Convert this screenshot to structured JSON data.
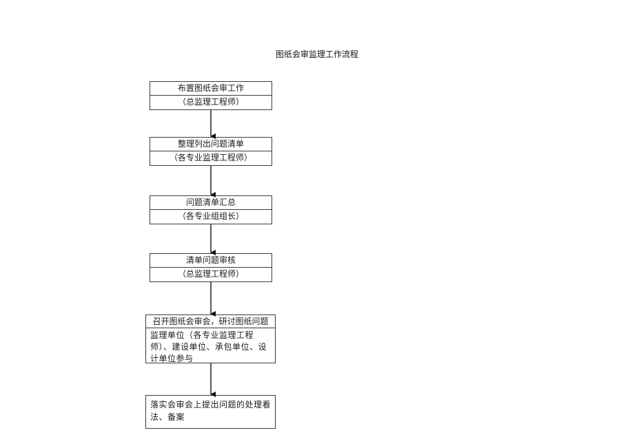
{
  "title": "图纸会审监理工作流程",
  "steps": [
    {
      "action": "布置图纸会审工作",
      "role": "（总监理工程师）"
    },
    {
      "action": "整理列出问题清单",
      "role": "（各专业监理工程师）"
    },
    {
      "action": "问题清单汇总",
      "role": "（各专业组组长）"
    },
    {
      "action": "清单问题审核",
      "role": "（总监理工程师）"
    },
    {
      "action": "召开图纸会审会，研讨图纸问题",
      "role": "监理单位（各专业监理工程师）、建设单位、承包单位、设计单位参与"
    },
    {
      "action": "落实会审会上提出问题的处理看法、备案"
    }
  ]
}
